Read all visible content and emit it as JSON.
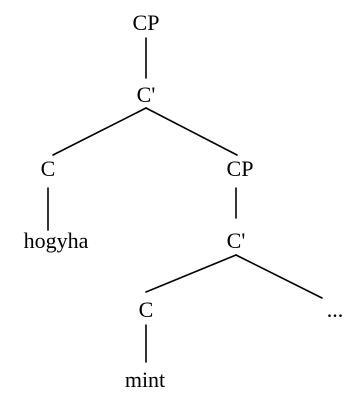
{
  "tree": {
    "nodes": [
      {
        "id": "cp-root",
        "label": "CP"
      },
      {
        "id": "cbar-root",
        "label": "C'"
      },
      {
        "id": "c-left",
        "label": "C"
      },
      {
        "id": "cp-inner",
        "label": "CP"
      },
      {
        "id": "hogyha",
        "label": "hogyha"
      },
      {
        "id": "cbar-inner",
        "label": "C'"
      },
      {
        "id": "c-inner",
        "label": "C"
      },
      {
        "id": "ellipsis",
        "label": "..."
      },
      {
        "id": "mint",
        "label": "mint"
      }
    ]
  }
}
